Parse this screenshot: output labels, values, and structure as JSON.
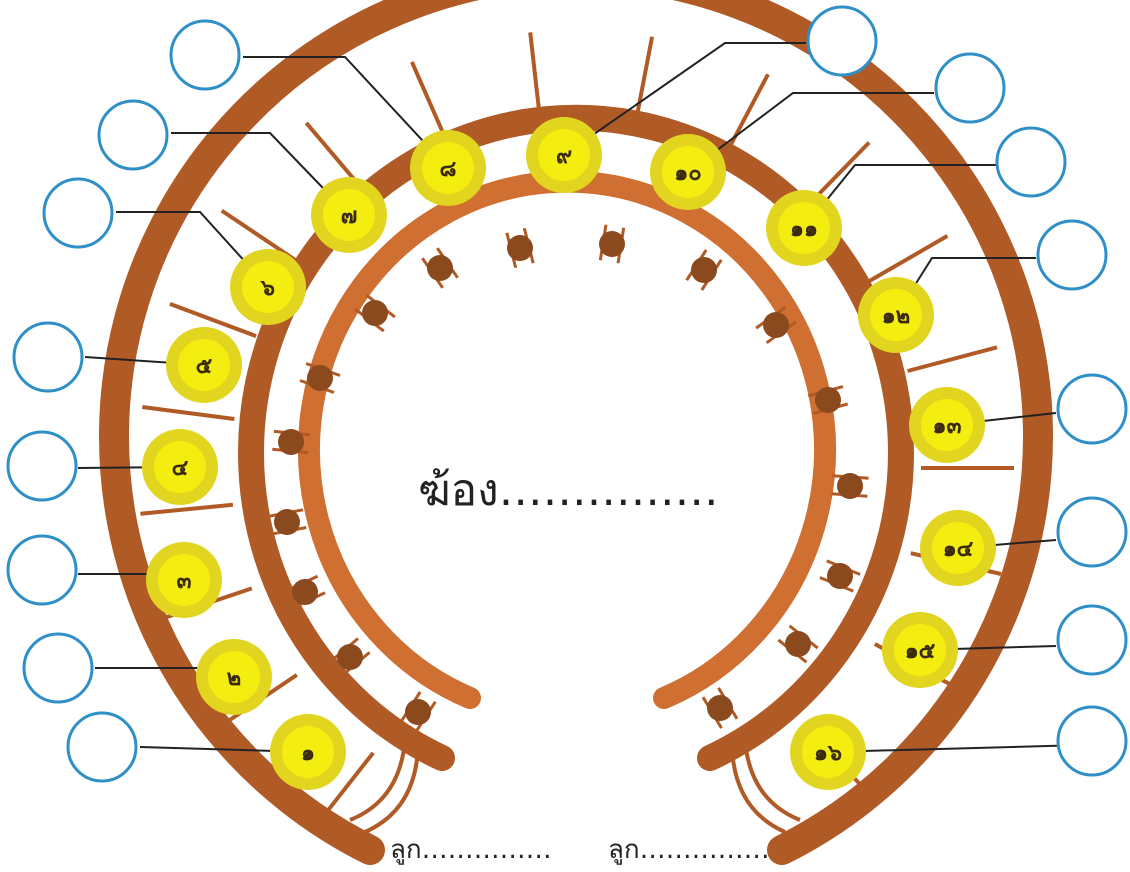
{
  "colors": {
    "outer_frame": "#b05a26",
    "inner_frame": "#c4642a",
    "innermost_arc": "#cf6f31",
    "knob": "#8a4a1e",
    "disc_outer": "#e2d51f",
    "disc_inner": "#f4ee10",
    "callout_circle": "#2f8fc7",
    "leader_line": "#222222"
  },
  "title": "ฆ้อง……………",
  "labels": {
    "left": "ลูก……………",
    "right": "ลูก……………"
  },
  "discs": [
    "๑",
    "๒",
    "๓",
    "๔",
    "๕",
    "๖",
    "๗",
    "๘",
    "๙",
    "๑๐",
    "๑๑",
    "๑๒",
    "๑๓",
    "๑๔",
    "๑๕",
    "๑๖"
  ],
  "answers": [
    "",
    "",
    "",
    "",
    "",
    "",
    "",
    "",
    "",
    "",
    "",
    "",
    "",
    "",
    "",
    ""
  ]
}
